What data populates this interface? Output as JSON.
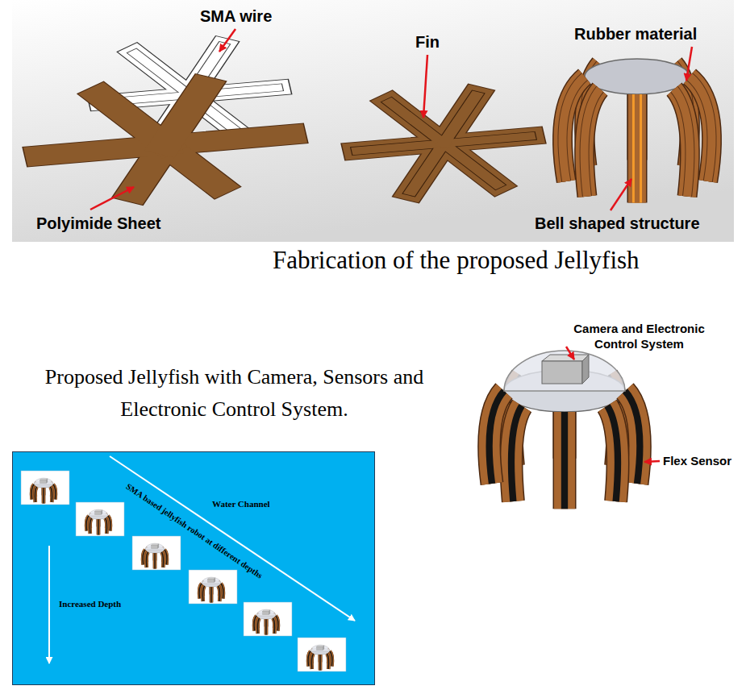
{
  "diagram": {
    "nodes": [
      {
        "text": [
          "Water Channel",
          "SMA based jellyfish robot at different depths",
          "Increased Depth"
        ]
      }
    ],
    "labels": [
      "SMA wire",
      "Polyimide Sheet",
      "Fin",
      "Rubber material",
      "Bell shaped structure",
      "Fabrication of the proposed Jellyfish",
      "Proposed Jellyfish with Camera, Sensors and Electronic Control System.",
      "Camera and Electronic Control System",
      "Flex Sensor"
    ]
  }
}
